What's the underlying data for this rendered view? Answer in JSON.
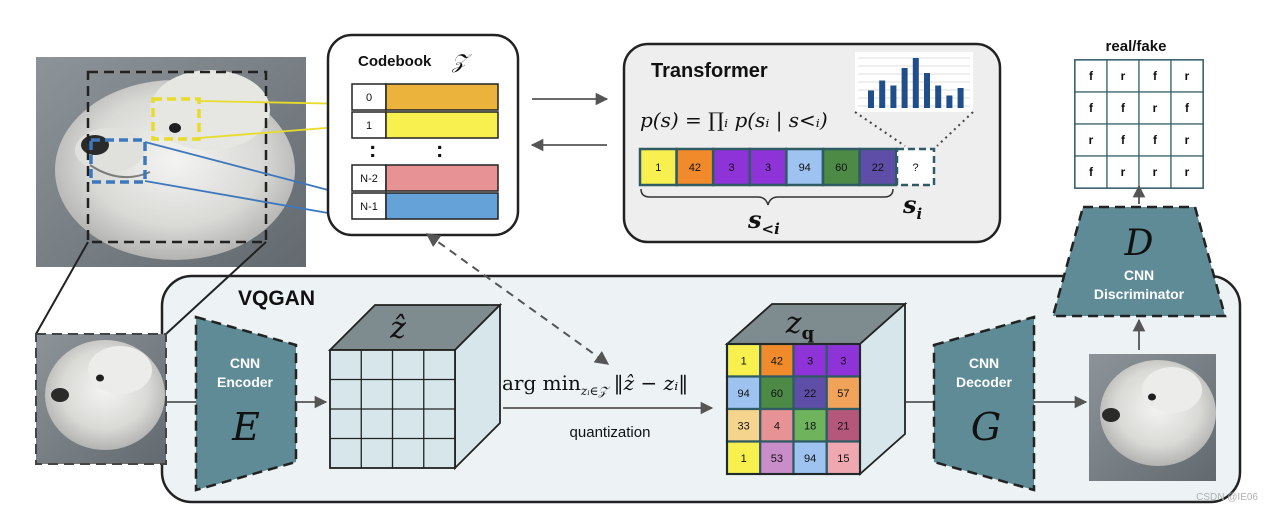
{
  "codebook": {
    "title": "Codebook",
    "symbol": "𝒵",
    "entries": [
      {
        "label": "0",
        "color": "#ebb33c"
      },
      {
        "label": "1",
        "color": "#f7f04f"
      },
      {
        "label": "N-2",
        "color": "#e79294"
      },
      {
        "label": "N-1",
        "color": "#64a2d8"
      }
    ],
    "ellipsis": ":"
  },
  "transformer": {
    "title": "Transformer",
    "formula": "p(s) = ∏ᵢ p(sᵢ | s<ᵢ)",
    "sequence": [
      {
        "label": "1",
        "color": "#f7f04f"
      },
      {
        "label": "42",
        "color": "#f08a2b"
      },
      {
        "label": "3",
        "color": "#8e33d8"
      },
      {
        "label": "3",
        "color": "#8e33d8"
      },
      {
        "label": "94",
        "color": "#9ec3f0"
      },
      {
        "label": "60",
        "color": "#4c8a46"
      },
      {
        "label": "22",
        "color": "#5e4ea8"
      }
    ],
    "next_token": "?",
    "s_less_label": "s",
    "s_less_sub": "<i",
    "s_i_label": "s",
    "s_i_sub": "i",
    "histogram": [
      0.35,
      0.55,
      0.45,
      0.8,
      1.0,
      0.7,
      0.45,
      0.25,
      0.4
    ]
  },
  "discriminator": {
    "title": "real/fake",
    "grid": [
      [
        "f",
        "r",
        "f",
        "r"
      ],
      [
        "f",
        "f",
        "r",
        "f"
      ],
      [
        "r",
        "f",
        "f",
        "r"
      ],
      [
        "f",
        "r",
        "r",
        "r"
      ]
    ],
    "symbol": "D",
    "line1": "CNN",
    "line2": "Discriminator"
  },
  "vqgan": {
    "title": "VQGAN",
    "encoder": {
      "line1": "CNN",
      "line2": "Encoder",
      "symbol": "E"
    },
    "decoder": {
      "line1": "CNN",
      "line2": "Decoder",
      "symbol": "G"
    },
    "z_hat_label": "ẑ",
    "zq_label": "z",
    "zq_sub": "q",
    "argmin": "arg min",
    "argmin_sub": "zᵢ∈𝒵",
    "argmin_norm": "‖ẑ − zᵢ‖",
    "quantization": "quantization",
    "zq_grid": [
      [
        {
          "v": "1",
          "c": "#f7f04f"
        },
        {
          "v": "42",
          "c": "#f08a2b"
        },
        {
          "v": "3",
          "c": "#8e33d8"
        },
        {
          "v": "3",
          "c": "#8e33d8"
        }
      ],
      [
        {
          "v": "94",
          "c": "#9ec3f0"
        },
        {
          "v": "60",
          "c": "#4c8a46"
        },
        {
          "v": "22",
          "c": "#5e4ea8"
        },
        {
          "v": "57",
          "c": "#f2a35a"
        }
      ],
      [
        {
          "v": "33",
          "c": "#f5d58e"
        },
        {
          "v": "4",
          "c": "#e79294"
        },
        {
          "v": "18",
          "c": "#6fb35c"
        },
        {
          "v": "21",
          "c": "#b5577a"
        }
      ],
      [
        {
          "v": "1",
          "c": "#f7f04f"
        },
        {
          "v": "53",
          "c": "#c98ec9"
        },
        {
          "v": "94",
          "c": "#9ec3f0"
        },
        {
          "v": "15",
          "c": "#f0a8b0"
        }
      ]
    ]
  },
  "watermark": "CSDN @IE06",
  "colors": {
    "teal": "#5e8b96",
    "teal_light": "#d6e6ea",
    "panel": "#edf3f5",
    "box_gray": "#eeeeee",
    "yellow_line": "#e8dc2a",
    "blue_line": "#3d78bd",
    "hist_bar": "#1f4e8a"
  }
}
